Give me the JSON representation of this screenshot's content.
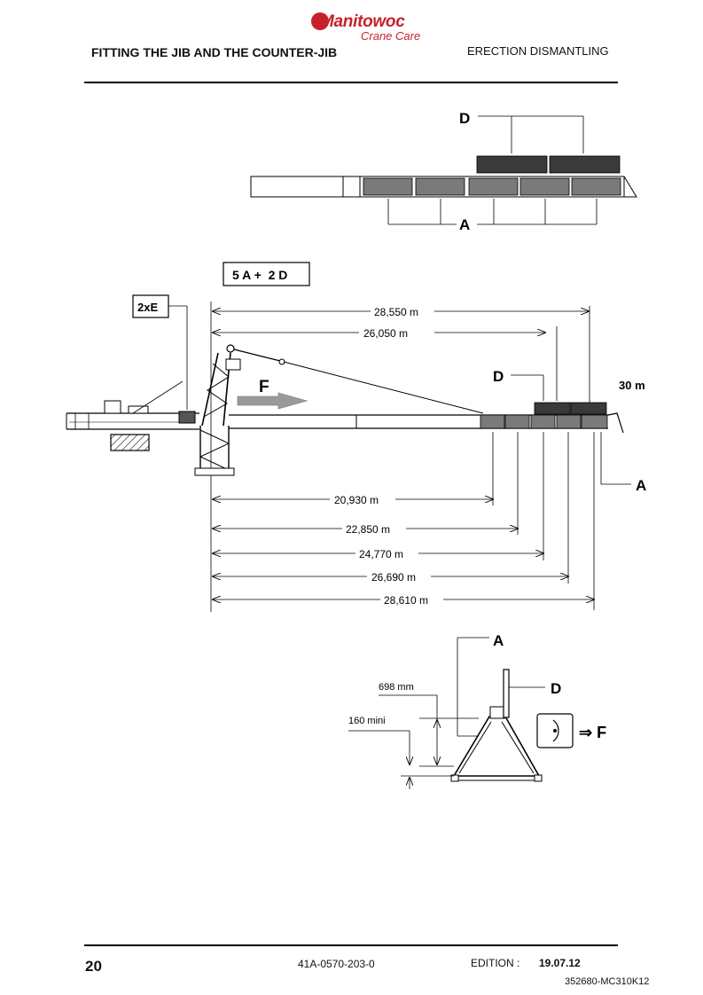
{
  "header": {
    "brand": "Manitowoc",
    "brand_sub": "Crane Care",
    "title": "FITTING THE JIB AND THE COUNTER-JIB",
    "section": "ERECTION DISMANTLING"
  },
  "diagram_top": {
    "label_d": "D",
    "label_a": "A"
  },
  "diagram_main": {
    "formula": "5 A +  2 D",
    "counter_label": "2xE",
    "force": "F",
    "label_d": "D",
    "label_a": "A",
    "jib_length": "30 m",
    "dims_top": [
      "28,550 m",
      "26,050 m"
    ],
    "dims_bottom": [
      "20,930 m",
      "22,850 m",
      "24,770 m",
      "26,690 m",
      "28,610 m"
    ]
  },
  "diagram_section": {
    "label_a": "A",
    "label_d": "D",
    "dim_698": "698 mm",
    "dim_160": "160 mini",
    "force": "⇒ F"
  },
  "footer": {
    "page": "20",
    "doc_ref": "41A-0570-203-0",
    "edition_label": "EDITION :",
    "edition_date": "19.07.12",
    "code": "352680-MC310K12"
  },
  "colors": {
    "brand_red": "#c8202b",
    "ballast_dark": "#3a3a3a",
    "ballast_mid": "#7a7a7a"
  }
}
